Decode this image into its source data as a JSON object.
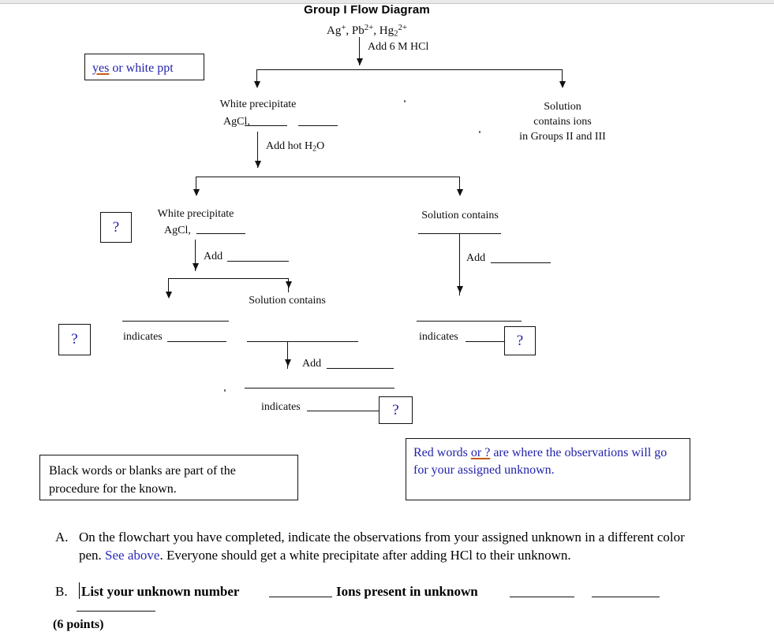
{
  "document": {
    "title": "Group I Flow Diagram"
  },
  "flowchart": {
    "root_ions": "Ag+, Pb2+, Hg22+",
    "step_add_hcl": "Add 6 M HCl",
    "left_branch": {
      "node_line1": "White precipitate",
      "node_line2": "AgCl,",
      "step_add_hot_water": "Add hot H2O",
      "sub_left": {
        "node_line1": "White precipitate",
        "node_line2": "AgCl,",
        "step_add": "Add",
        "result_indicates": "indicates"
      },
      "sub_right": {
        "node_label": "Solution contains",
        "step_add": "Add",
        "result_indicates": "indicates"
      }
    },
    "right_branch": {
      "line1": "Solution",
      "line2": "contains ions",
      "line3": "in Groups II and III"
    },
    "right_mid": {
      "node_label": "Solution contains",
      "step_add": "Add",
      "result_indicates": "indicates"
    }
  },
  "annotations": {
    "observation_top": {
      "word_marked": "yes",
      "rest": " or white ppt"
    },
    "question_marks": [
      "?",
      "?",
      "?",
      "?"
    ]
  },
  "legend": {
    "black_note": "Black words or blanks are part of the procedure for the known.",
    "blue_note": {
      "part1": "Red words ",
      "marked": "or ?",
      "part2": " are where the observations will go for your assigned unknown."
    }
  },
  "questions": [
    {
      "marker": "A.",
      "text_before_link": "On the flowchart you have completed, indicate the observations from your assigned unknown in a different color pen. ",
      "link_text": "See above",
      "text_after_link": ". Everyone should get a white precipitate after adding HCl to their unknown.",
      "bold": false
    },
    {
      "marker": "B.",
      "part1": "List your unknown number ",
      "part2": " Ions present in unknown ",
      "bold": true
    }
  ],
  "footer": {
    "points": "(6 points)"
  },
  "colors": {
    "ink_black": "#0d0d0d",
    "annotation_blue": "#2222aa",
    "spellcheck_underline": "#c85a14",
    "link_blue": "#2a2ab8"
  }
}
